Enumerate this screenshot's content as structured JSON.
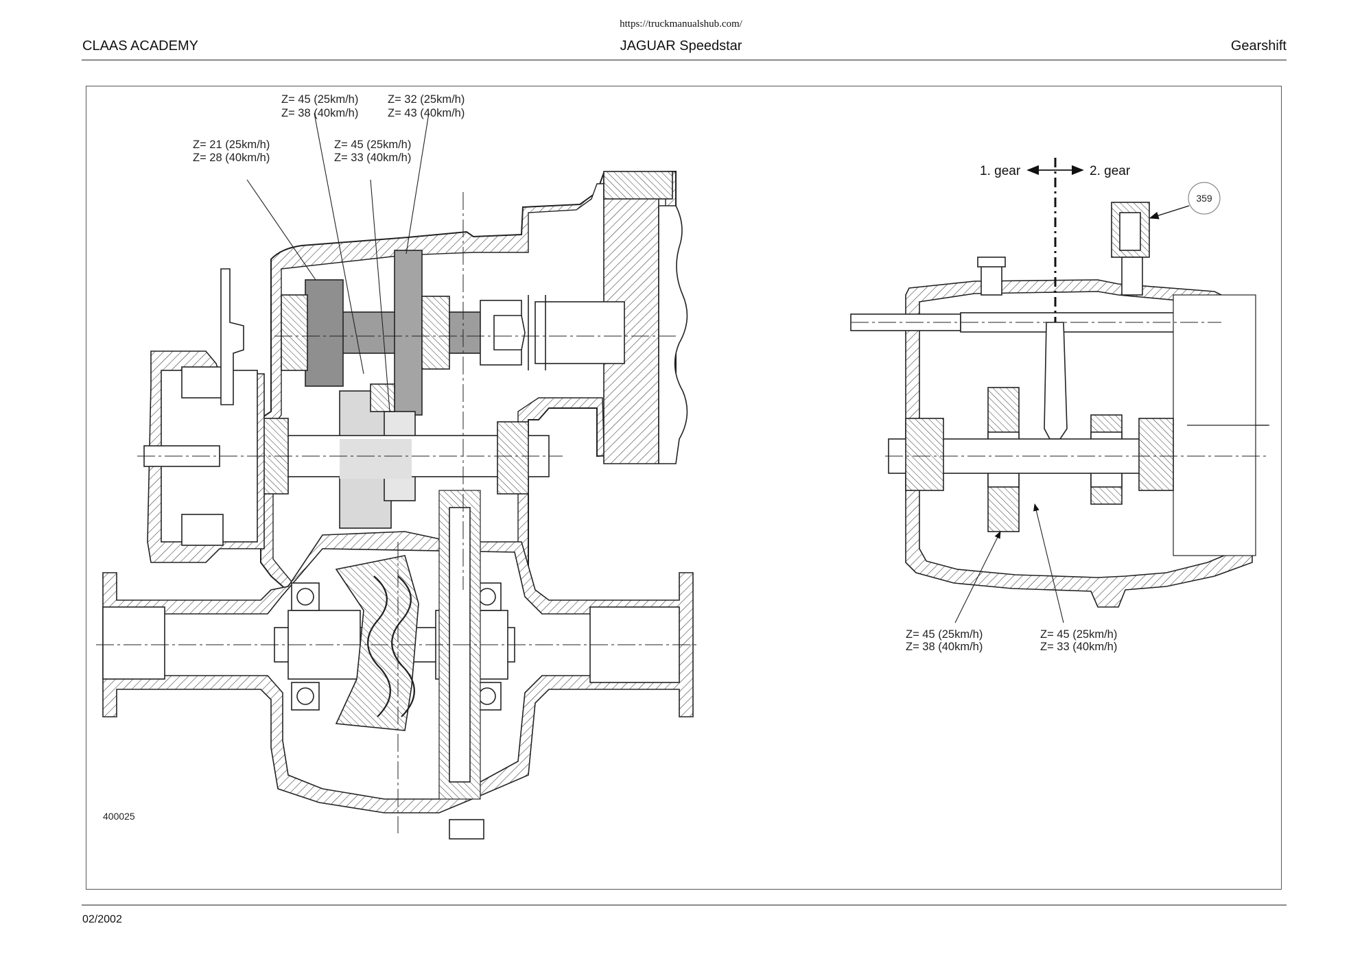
{
  "top_url": "https://truckmanualshub.com/",
  "header": {
    "left": "CLAAS ACADEMY",
    "center": "JAGUAR Speedstar",
    "right": "Gearshift"
  },
  "footer": {
    "date": "02/2002"
  },
  "figure_id": "400025",
  "left_view": {
    "labels": [
      {
        "line1": "Z= 45 (25km/h)",
        "line2": "Z= 38 (40km/h)"
      },
      {
        "line1": "Z= 32 (25km/h)",
        "line2": "Z= 43 (40km/h)"
      },
      {
        "line1": "Z= 21 (25km/h)",
        "line2": "Z= 28 (40km/h)"
      },
      {
        "line1": "Z= 45 (25km/h)",
        "line2": "Z= 33 (40km/h)"
      }
    ]
  },
  "right_view": {
    "gear_left": "1. gear",
    "gear_right": "2. gear",
    "callout_number": "359",
    "labels": [
      {
        "line1": "Z= 45 (25km/h)",
        "line2": "Z= 38 (40km/h)"
      },
      {
        "line1": "Z= 45 (25km/h)",
        "line2": "Z= 33 (40km/h)"
      }
    ]
  }
}
